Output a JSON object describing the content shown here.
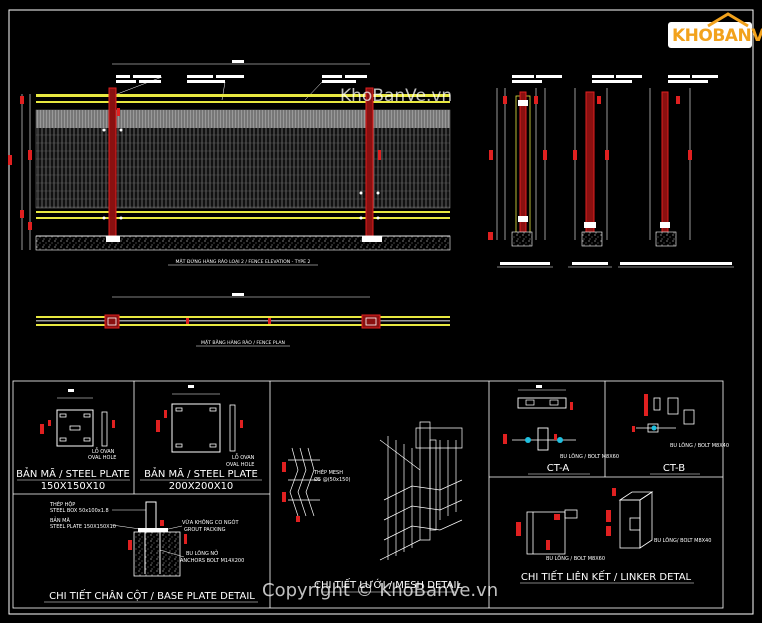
{
  "logo": {
    "text": "KHOBANVE"
  },
  "watermarks": {
    "top": "KhoBanVe.vn",
    "bottom": "Copyright © KhoBanVe.vn"
  },
  "captions": {
    "fence_elevation": "MẶT ĐỨNG HÀNG RÀO LOẠI 2 / FENCE ELEVATION - TYPE 2",
    "fence_plan": "MẶT BẰNG HÀNG RÀO / FENCE PLAN"
  },
  "steel_plate_1": {
    "title": "BẢN MÃ / STEEL PLATE",
    "size": "150X150X10",
    "hole_note_1": "LỖ OVAN",
    "hole_note_2": "OVAL HOLE"
  },
  "steel_plate_2": {
    "title": "BẢN MÃ / STEEL PLATE",
    "size": "200X200X10",
    "hole_note_1": "LỖ OVAN",
    "hole_note_2": "OVAL HOLE"
  },
  "base_plate": {
    "title": "CHI TIẾT CHÂN CỘT / BASE PLATE DETAIL",
    "notes": {
      "box_vn": "THÉP HỘP",
      "box_en": "STEEL BOX 50x100x1.8",
      "plate_vn": "BẢN MÃ",
      "plate_en": "STEEL PLATE 150X150X10",
      "grout_vn": "VỮA KHÔNG CO NGÓT",
      "grout_en": "GROUT PACKING",
      "bolt_vn": "BU LÔNG NỞ",
      "bolt_en": "ANCHORS BOLT M14X200"
    }
  },
  "mesh_detail": {
    "title": "CHI TIẾT LƯỚI / MESH DETAIL",
    "note_vn": "THÉP MESH",
    "note_en": "Ø5 @(50x150)"
  },
  "ct_a": {
    "label": "CT-A",
    "bolt": "BU LÔNG / BOLT M8X60"
  },
  "ct_b": {
    "label": "CT-B",
    "bolt": "BU LÔNG / BOLT M8X40"
  },
  "linker": {
    "title": "CHI TIẾT LIÊN KẾT / LINKER DETAL",
    "bolt_left": "BU LÔNG / BOLT M8X60",
    "bolt_right": "BU LÔNG/ BOLT M8X40"
  },
  "colors": {
    "background": "#000000",
    "line": "#ffffff",
    "post": "#e02020",
    "rail": "#e8e840",
    "mesh": "#9a9a9a",
    "logo": "#f2a21c"
  }
}
